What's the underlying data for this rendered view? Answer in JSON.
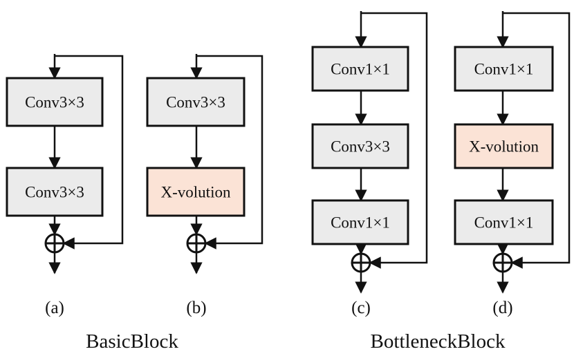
{
  "colors": {
    "conv_fill": "#ebebeb",
    "xvolution_fill": "#fbe3d6",
    "stroke": "#111111",
    "background": "#ffffff"
  },
  "blocks": [
    {
      "label": "(a)",
      "layers": [
        "Conv3×3",
        "Conv3×3"
      ]
    },
    {
      "label": "(b)",
      "layers": [
        "Conv3×3",
        "X-volution"
      ]
    },
    {
      "label": "(c)",
      "layers": [
        "Conv1×1",
        "Conv3×3",
        "Conv1×1"
      ]
    },
    {
      "label": "(d)",
      "layers": [
        "Conv1×1",
        "X-volution",
        "Conv1×1"
      ]
    }
  ],
  "groups": [
    {
      "title": "BasicBlock"
    },
    {
      "title": "BottleneckBlock"
    }
  ]
}
